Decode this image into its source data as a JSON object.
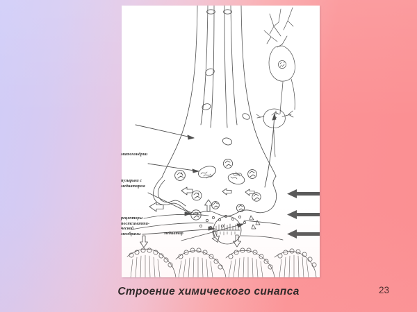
{
  "slide": {
    "caption": "Строение химического синапса",
    "page_number": "23",
    "background_left_color": "#cfccf8",
    "background_right_color": "#fb8f92",
    "panel_background": "#ffffff"
  },
  "figure": {
    "title_alt": "Схема строения химического синапса",
    "ink_color": "#4a4a4a",
    "labels": [
      {
        "id": "mitochondria",
        "text": "митохондрии",
        "points_to": "mitochondrion-organelle"
      },
      {
        "id": "vesicles",
        "text": "пузырьки с\nмедиатором",
        "points_to": "synaptic-vesicle"
      },
      {
        "id": "receptors",
        "text": "рецепторы\nпостсинапти-\nческой\nмембраны",
        "points_to": "postsynaptic-receptor"
      },
      {
        "id": "mediator",
        "text": "медиатор",
        "points_to": "neurotransmitter-molecules"
      }
    ],
    "parts": [
      {
        "id": "axon-shaft",
        "name": "аксон"
      },
      {
        "id": "synaptic-terminal",
        "name": "синаптическое окончание"
      },
      {
        "id": "neuron-sketch",
        "name": "нейрон"
      },
      {
        "id": "synaptic-cleft",
        "name": "синаптическая щель"
      },
      {
        "id": "postsynaptic-membrane",
        "name": "постсинаптическая мембрана"
      }
    ],
    "arrow_count_right": 3
  }
}
